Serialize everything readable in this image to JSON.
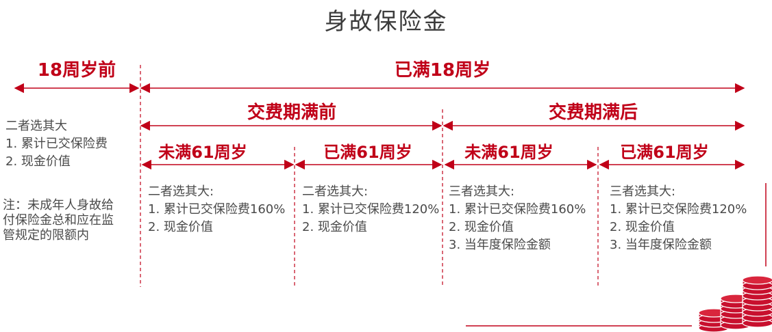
{
  "title": "身故保险金",
  "headers": {
    "before18": "18周岁前",
    "after18": "已满18周岁",
    "before_payment_end": "交费期满前",
    "after_payment_end": "交费期满后"
  },
  "sub_headers": [
    "未满61周岁",
    "已满61周岁",
    "未满61周岁",
    "已满61周岁"
  ],
  "left_block": {
    "title": "二者选其大",
    "items": [
      "1. 累计已交保险费",
      "2. 现金价值"
    ],
    "note": "注：未成年人身故给付保险金总和应在监管规定的限额内"
  },
  "columns": [
    {
      "title": "二者选其大:",
      "items": [
        "1. 累计已交保险费160%",
        "2. 现金价值"
      ]
    },
    {
      "title": "二者选其大:",
      "items": [
        "1. 累计已交保险费120%",
        "2. 现金价值"
      ]
    },
    {
      "title": "三者选其大:",
      "items": [
        "1. 累计已交保险费160%",
        "2. 现金价值",
        "3. 当年度保险金额"
      ]
    },
    {
      "title": "三者选其大:",
      "items": [
        "1. 累计已交保险费120%",
        "2. 现金价值",
        "3. 当年度保险金额"
      ]
    }
  ],
  "colors": {
    "accent": "#c00018",
    "text": "#4a4a4a",
    "title": "#3b3b3b"
  },
  "icons": {
    "coins": "coin-stacks-icon"
  }
}
